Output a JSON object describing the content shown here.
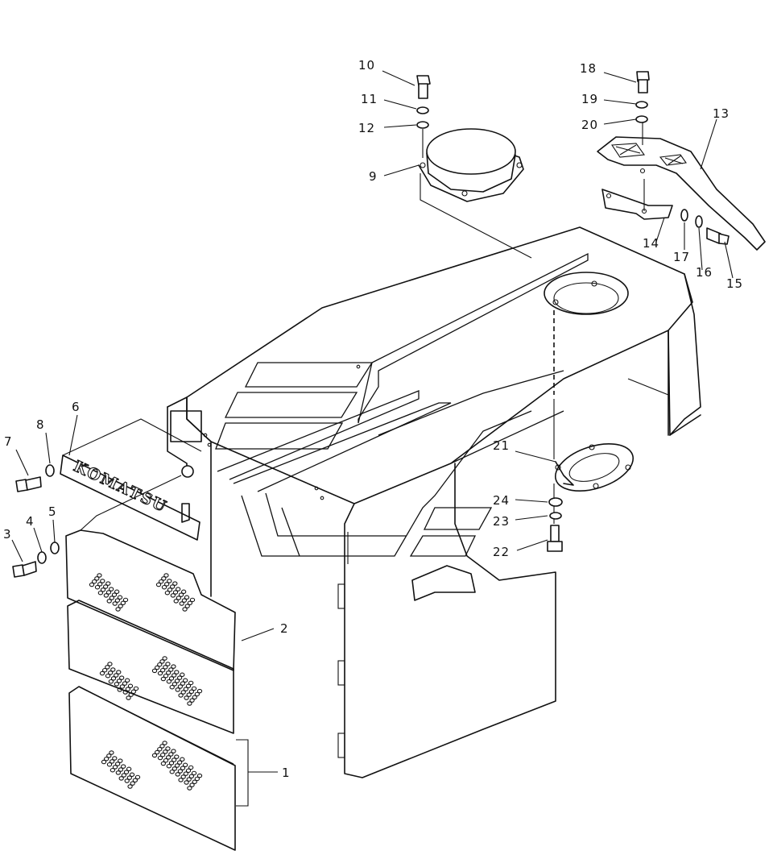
{
  "callouts": {
    "c1": "1",
    "c2": "2",
    "c3": "3",
    "c4": "4",
    "c5": "5",
    "c6": "6",
    "c7": "7",
    "c8": "8",
    "c9": "9",
    "c10": "10",
    "c11": "11",
    "c12": "12",
    "c13": "13",
    "c14": "14",
    "c15": "15",
    "c16": "16",
    "c17": "17",
    "c18": "18",
    "c19": "19",
    "c20": "20",
    "c21": "21",
    "c22": "22",
    "c23": "23",
    "c24": "24"
  },
  "nameplate": {
    "text": "KOMATSU"
  },
  "icons": {
    "bolt": "bolt-icon",
    "washer": "washer-icon",
    "logo": "komatsu-logo-graphic"
  },
  "colors": {
    "line": "#111111",
    "background": "#ffffff"
  }
}
